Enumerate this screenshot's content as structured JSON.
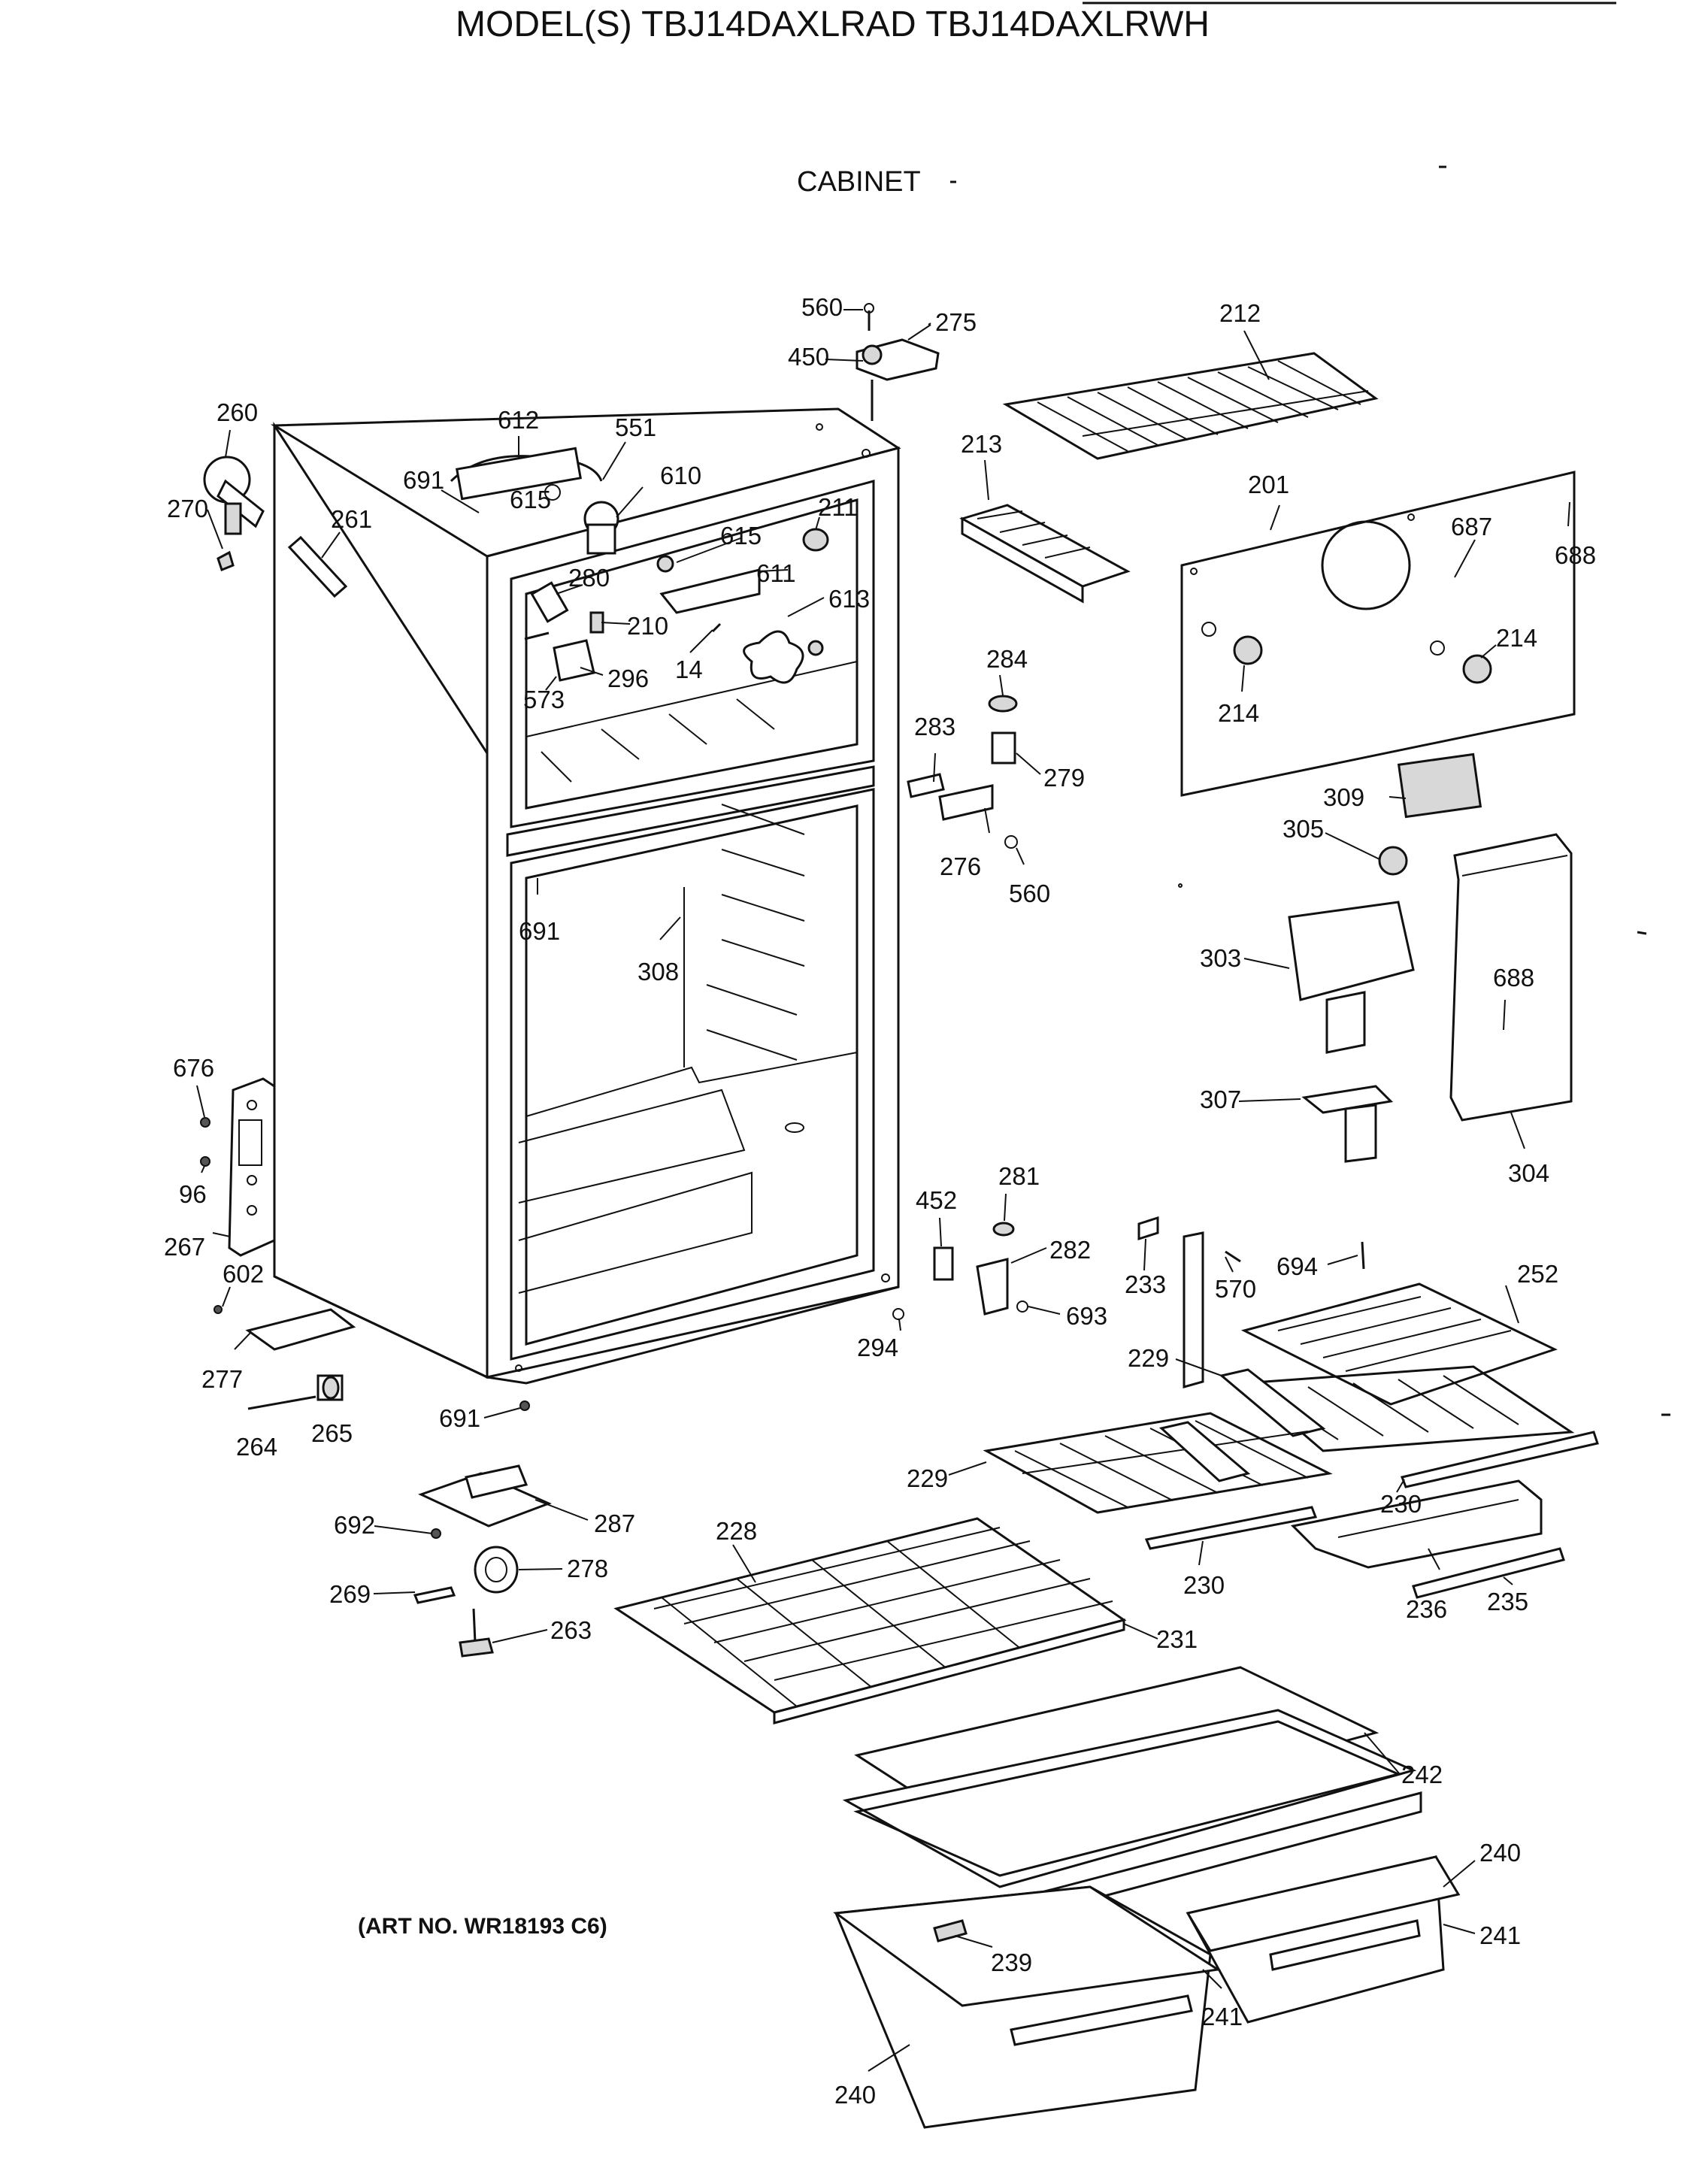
{
  "header": {
    "model_line": "MODEL(S) TBJ14DAXLRAD  TBJ14DAXLRWH",
    "section_title": "CABINET"
  },
  "art_number": "(ART NO. WR18193 C6)",
  "callouts": {
    "c560a": "560",
    "c275": "275",
    "c450": "450",
    "c212": "212",
    "c260": "260",
    "c612": "612",
    "c551": "551",
    "c691a": "691",
    "c610": "610",
    "c615a": "615",
    "c615b": "615",
    "c270": "270",
    "c261": "261",
    "c211": "211",
    "c213": "213",
    "c201": "201",
    "c687": "687",
    "c688a": "688",
    "c280": "280",
    "c611": "611",
    "c613": "613",
    "c210": "210",
    "c14": "14",
    "c296": "296",
    "c573": "573",
    "c284": "284",
    "c283": "283",
    "c279": "279",
    "c214a": "214",
    "c214b": "214",
    "c276": "276",
    "c560b": "560",
    "c309": "309",
    "c305": "305",
    "c691b": "691",
    "c308": "308",
    "c303": "303",
    "c688b": "688",
    "c307": "307",
    "c304": "304",
    "c676": "676",
    "c96": "96",
    "c267": "267",
    "c602": "602",
    "c277": "277",
    "c264": "264",
    "c265": "265",
    "c691c": "691",
    "c452": "452",
    "c281": "281",
    "c282": "282",
    "c693": "693",
    "c294": "294",
    "c233": "233",
    "c570": "570",
    "c694": "694",
    "c252": "252",
    "c229a": "229",
    "c229b": "229",
    "c230a": "230",
    "c230b": "230",
    "c692": "692",
    "c287": "287",
    "c228": "228",
    "c278": "278",
    "c269": "269",
    "c263": "263",
    "c231": "231",
    "c236": "236",
    "c235": "235",
    "c242": "242",
    "c240a": "240",
    "c241a": "241",
    "c239": "239",
    "c241b": "241",
    "c240b": "240"
  }
}
